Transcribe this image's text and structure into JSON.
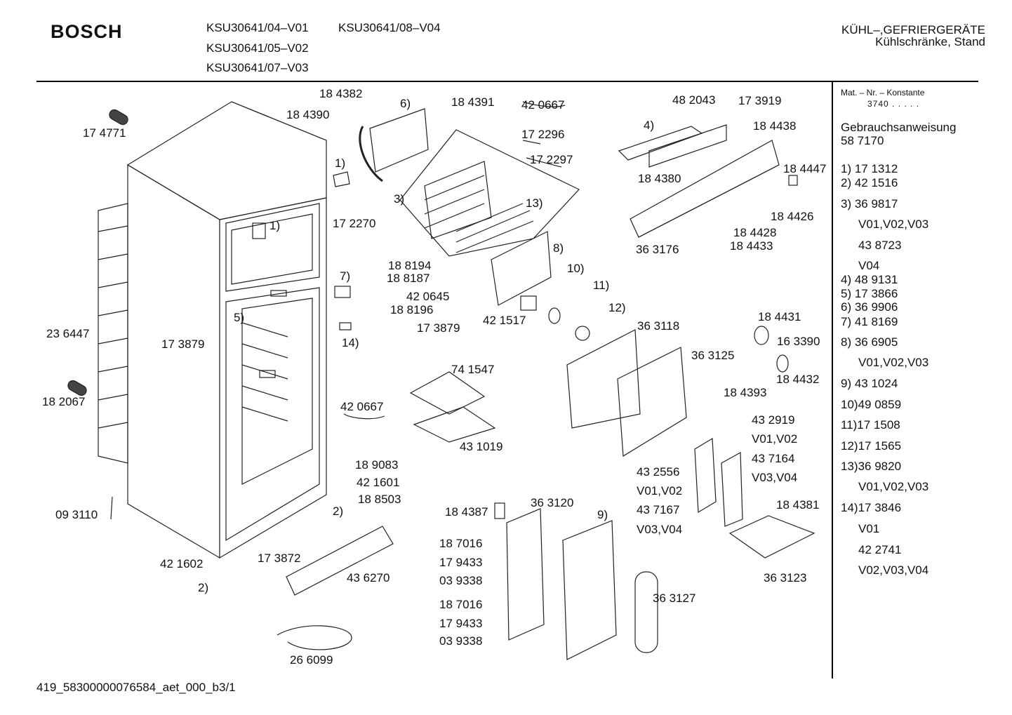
{
  "header": {
    "brand": "BOSCH",
    "models_col1": [
      "KSU30641/04–V01",
      "KSU30641/05–V02",
      "KSU30641/07–V03"
    ],
    "models_col2": [
      "KSU30641/08–V04"
    ],
    "category": "KÜHL–,GEFRIERGERÄTE",
    "subcategory": "Kühlschränke, Stand"
  },
  "sidebar": {
    "const_label": "Mat. – Nr. – Konstante",
    "const_value": "3740  .  .  .  .  .",
    "manual_label": "Gebrauchsanweisung",
    "manual_number": "58 7170",
    "items": [
      "1) 17 1312",
      "2) 42 1516",
      "3) 36 9817",
      "V01,V02,V03",
      "43 8723",
      "V04",
      "4) 48 9131",
      "5) 17 3866",
      "6) 36 9906",
      "7) 41 8169",
      "8) 36 6905",
      "V01,V02,V03",
      "9) 43 1024",
      "10)49 0859",
      "11)17 1508",
      "12)17 1565",
      "13)36 9820",
      "V01,V02,V03",
      "14)17 3846",
      "V01",
      "42 2741",
      "V02,V03,V04"
    ]
  },
  "labels": [
    "18 4382",
    "6)",
    "18 4391",
    "42 0667",
    "48 2043",
    "17 3919",
    "18 4390",
    "17 4771",
    "17 2296",
    "4)",
    "18 4438",
    "17 2297",
    "1)",
    "18 4380",
    "18 4447",
    "3)",
    "13)",
    "18 4426",
    "1)",
    "17 2270",
    "18 4428",
    "36 3176",
    "18 4433",
    "8)",
    "18 8194",
    "7)",
    "18 8187",
    "10)",
    "11)",
    "42 0645",
    "12)",
    "18 8196",
    "42 1517",
    "36 3118",
    "18 4431",
    "5)",
    "17 3879",
    "23 6447",
    "17 3879",
    "14)",
    "16 3390",
    "74 1547",
    "36 3125",
    "18 4432",
    "18 4393",
    "18 2067",
    "42 0667",
    "43 2919",
    "43 1019",
    "V01,V02",
    "43 7164",
    "18 9083",
    "43 2556",
    "V03,V04",
    "42 1601",
    "V01,V02",
    "18 8503",
    "36 3120",
    "18 4381",
    "09 3110",
    "2)",
    "18 4387",
    "9)",
    "43 7167",
    "V03,V04",
    "18 7016",
    "17 3872",
    "42 1602",
    "17 9433",
    "2)",
    "43 6270",
    "03 9338",
    "36 3123",
    "36 3127",
    "18 7016",
    "17 9433",
    "03 9338",
    "26 6099"
  ],
  "footer": "419_58300000076584_aet_000_b3/1"
}
